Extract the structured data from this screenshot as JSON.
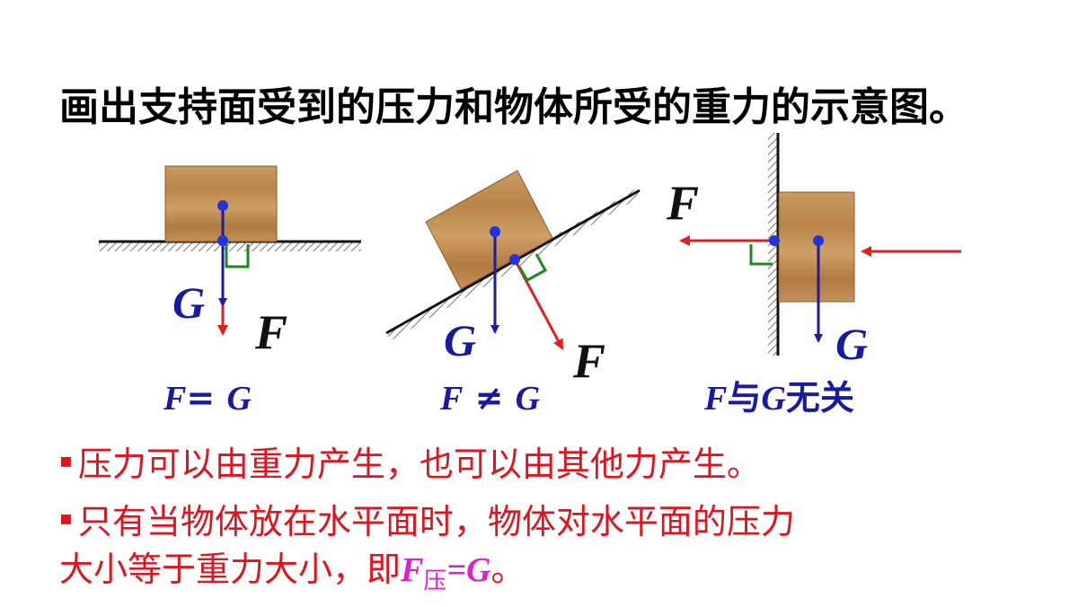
{
  "title": "画出支持面受到的压力和物体所受的重力的示意图。",
  "labels": {
    "G": "G",
    "F": "F"
  },
  "equations": {
    "horizontal": {
      "lhs": "F",
      "op": "= ",
      "rhs": "G"
    },
    "incline": {
      "lhs": "F",
      "op": " ≠ ",
      "rhs": "G"
    },
    "wall": {
      "lhs": "F",
      "mid": "与",
      "rhs": "G",
      "tail": "无关"
    }
  },
  "bullets": {
    "marker": "▪",
    "line1": "压力可以由重力产生，也可以由其他力产生。",
    "line2a": "只有当物体放在水平面时，物体对水平面的压力",
    "line2b": "大小等于重力大小，即",
    "formula": {
      "F": "F",
      "sub": "压",
      "eq": "=G",
      "end": "。"
    }
  },
  "colors": {
    "text_red": "#e0141e",
    "eq_blue": "#1a1aa0",
    "gravity_arrow": "#1c1c9c",
    "pressure_arrow": "#e02020",
    "right_angle": "#1e8a1e",
    "point": "#2233dd",
    "wood": "#c89358",
    "formula": "#e020d0"
  }
}
